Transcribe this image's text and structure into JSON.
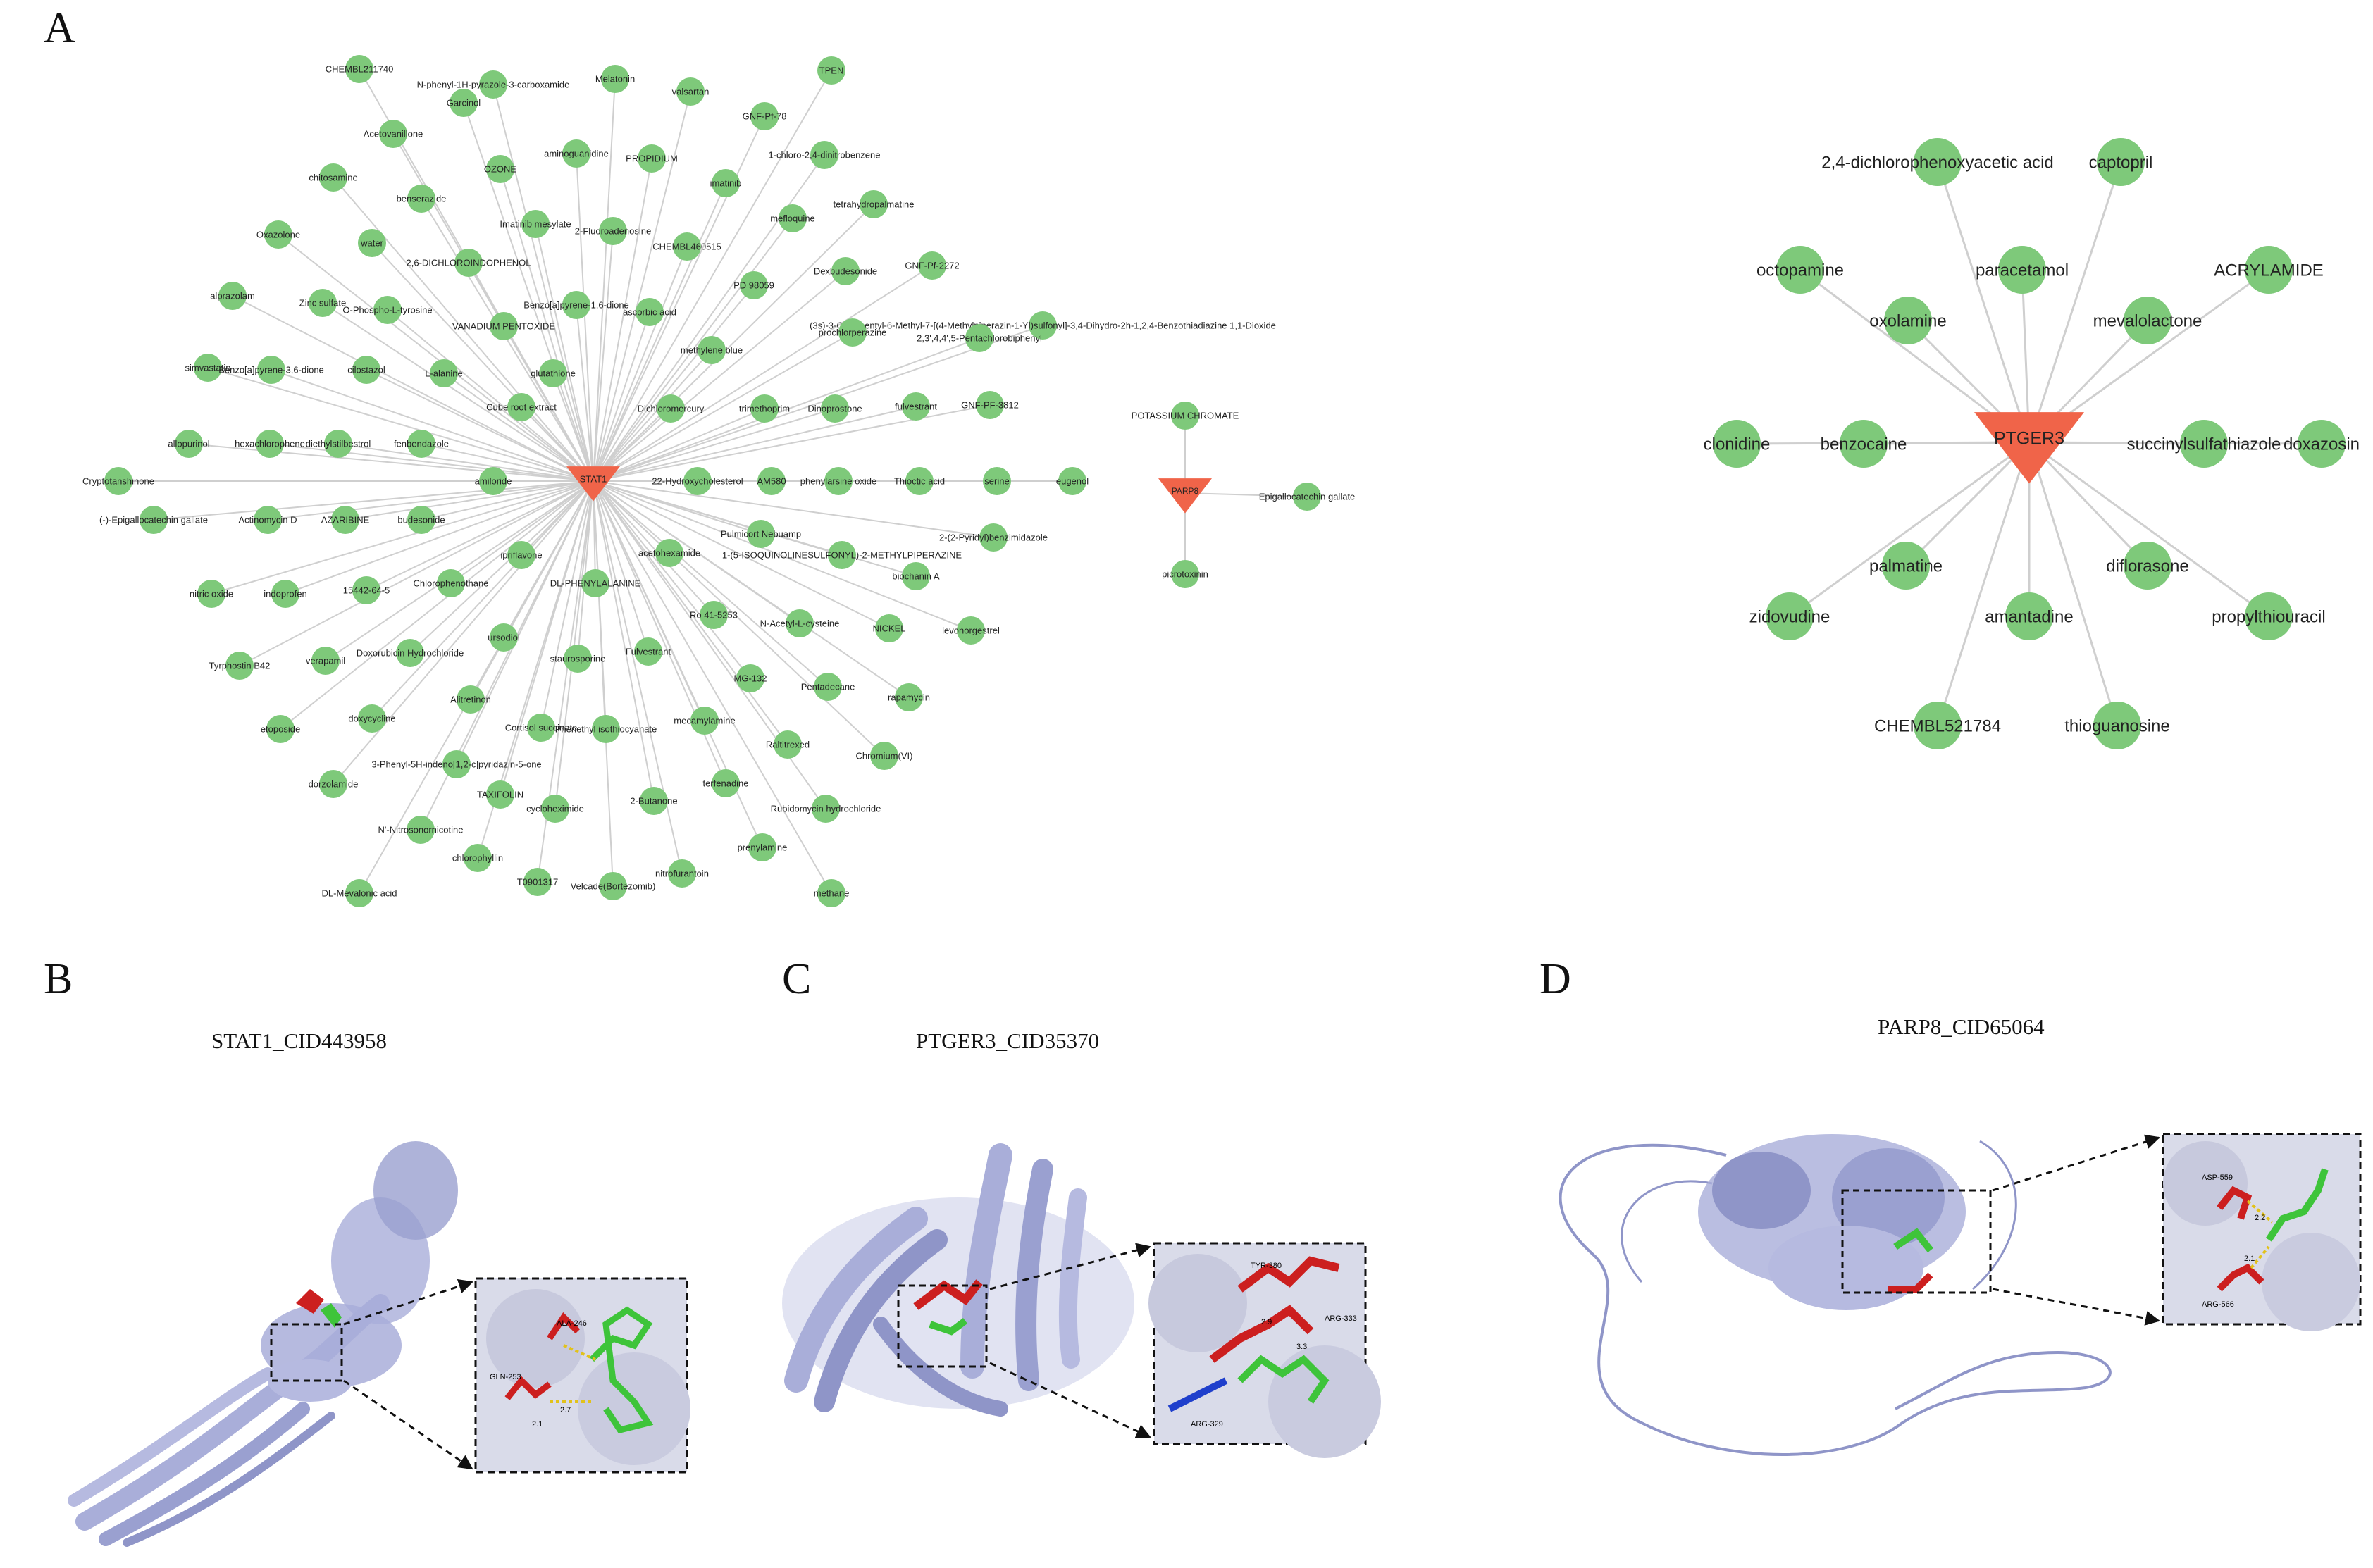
{
  "panels": {
    "a": {
      "letter": "A"
    },
    "b": {
      "letter": "B",
      "title": "STAT1_CID443958",
      "dock_labels": [
        "ALA-246",
        "GLN-253",
        "2.7",
        "2.1"
      ]
    },
    "c": {
      "letter": "C",
      "title": "PTGER3_CID35370",
      "dock_labels": [
        "TYR-380",
        "ARG-333",
        "2.9",
        "3.3",
        "ARG-329"
      ]
    },
    "d": {
      "letter": "D",
      "title": "PARP8_CID65064",
      "dock_labels": [
        "ASP-559",
        "2.2",
        "2.1",
        "ARG-566"
      ]
    }
  },
  "networks": {
    "stat1": {
      "hub": "STAT1",
      "nodes": [
        "CHEMBL211740",
        "N-phenyl-1H-pyrazole-3-carboxamide",
        "Melatonin",
        "Garcinol",
        "valsartan",
        "TPEN",
        "GNF-Pf-78",
        "Acetovanillone",
        "aminoguanidine",
        "PROPIDIUM",
        "1-chloro-2,4-dinitrobenzene",
        "OZONE",
        "chitosamine",
        "benserazide",
        "imatinib",
        "tetrahydropalmatine",
        "mefloquine",
        "Imatinib mesylate",
        "2-Fluoroadenosine",
        "CHEMBL460515",
        "Oxazolone",
        "water",
        "2,6-DICHLOROINDOPHENOL",
        "Dexbudesonide",
        "GNF-Pf-2272",
        "PD 98059",
        "alprazolam",
        "Zinc sulfate",
        "O-Phospho-L-tyrosine",
        "Benzo[a]pyrene-1,6-dione",
        "ascorbic acid",
        "VANADIUM PENTOXIDE",
        "(3s)-3-Cyclopentyl-6-Methyl-7-[(4-Methylpiperazin-1-Yl)sulfonyl]-3,4-Dihydro-2h-1,2,4-Benzothiadiazine 1,1-Dioxide",
        "2,3',4,4',5-Pentachlorobiphenyl",
        "prochlorperazine",
        "simvastatin",
        "Benzo[a]pyrene-3,6-dione",
        "cilostazol",
        "L-alanine",
        "glutathione",
        "methylene blue",
        "Cube root extract",
        "Dichloromercury",
        "trimethoprim",
        "Dinoprostone",
        "fulvestrant",
        "GNF-PF-3812",
        "allopurinol",
        "hexachlorophene",
        "diethylstilbestrol",
        "fenbendazole",
        "Cryptotanshinone",
        "amiloride",
        "22-Hydroxycholesterol",
        "AM580",
        "phenylarsine oxide",
        "Thioctic acid",
        "serine",
        "eugenol",
        "(-)-Epigallocatechin gallate",
        "Actinomycin D",
        "AZARIBINE",
        "budesonide",
        "Pulmicort Nebuamp",
        "2-(2-Pyridyl)benzimidazole",
        "ipriflavone",
        "acetohexamide",
        "1-(5-ISOQUINOLINESULFONYL)-2-METHYLPIPERAZINE",
        "biochanin A",
        "DL-PHENYLALANINE",
        "nitric oxide",
        "indoprofen",
        "15442-64-5",
        "Chlorophenothane",
        "Ro 41-5253",
        "N-Acetyl-L-cysteine",
        "NICKEL",
        "levonorgestrel",
        "Tyrphostin B42",
        "verapamil",
        "Doxorubicin Hydrochloride",
        "ursodiol",
        "staurosporine",
        "Fulvestrant",
        "MG-132",
        "Pentadecane",
        "rapamycin",
        "Alitretinon",
        "doxycycline",
        "Cortisol succinate",
        "Phenethyl isothiocyanate",
        "mecamylamine",
        "etoposide",
        "Raltitrexed",
        "Chromium(VI)",
        "3-Phenyl-5H-indeno[1,2-c]pyridazin-5-one",
        "dorzolamide",
        "TAXIFOLIN",
        "2-Butanone",
        "terfenadine",
        "cycloheximide",
        "Rubidomycin hydrochloride",
        "N'-Nitrosonornicotine",
        "chlorophyllin",
        "prenylamine",
        "nitrofurantoin",
        "T0901317",
        "Velcade(Bortezomib)",
        "methane",
        "DL-Mevalonic acid"
      ]
    },
    "parp8": {
      "hub": "PARP8",
      "nodes": [
        "POTASSIUM CHROMATE",
        "Epigallocatechin gallate",
        "picrotoxinin"
      ]
    },
    "ptger3": {
      "hub": "PTGER3",
      "nodes": [
        "2,4-dichlorophenoxyacetic acid",
        "captopril",
        "octopamine",
        "paracetamol",
        "ACRYLAMIDE",
        "oxolamine",
        "mevalolactone",
        "clonidine",
        "benzocaine",
        "succinylsulfathiazole",
        "doxazosin",
        "palmatine",
        "diflorasone",
        "zidovudine",
        "propylthiouracil",
        "amantadine",
        "CHEMBL521784",
        "thioguanosine"
      ]
    }
  },
  "colors": {
    "node": "#7ec97a",
    "hub": "#f06449",
    "edge": "#cfcfcf",
    "protein": "#a9aed9",
    "protein_dark": "#7f86c2",
    "ligand": "#3ec43a",
    "residue": "#cc1f1f"
  }
}
